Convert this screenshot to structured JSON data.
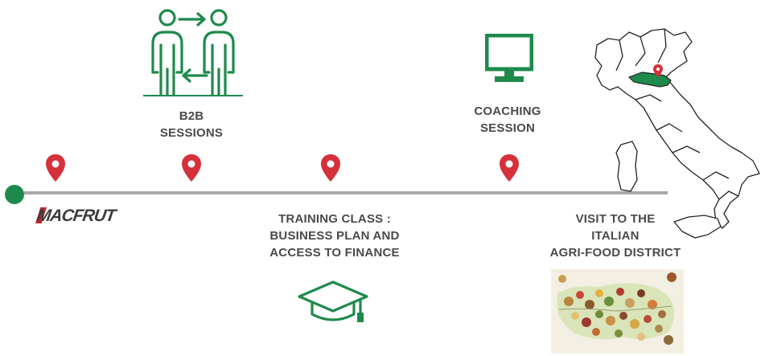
{
  "colors": {
    "green": "#1e8a4c",
    "pin_red": "#d6303a",
    "line": "#a8a8a8",
    "text": "#4a4a4a"
  },
  "logo": {
    "text": "MACFRUT"
  },
  "steps": [
    {
      "lines": [
        "B2B",
        "SESSIONS"
      ],
      "icon": "people-exchange-icon"
    },
    {
      "lines": [
        "COACHING",
        "SESSION"
      ],
      "icon": "monitor-icon"
    },
    {
      "lines": [
        "TRAINING CLASS :",
        "BUSINESS PLAN AND",
        "ACCESS TO FINANCE"
      ],
      "icon": "graduation-cap-icon"
    },
    {
      "lines": [
        "VISIT TO THE",
        "ITALIAN",
        "AGRI-FOOD DISTRICT"
      ],
      "icon": "map-photo"
    }
  ],
  "map": {
    "icon": "italy-map-icon",
    "highlight_region": "Emilia-Romagna"
  }
}
